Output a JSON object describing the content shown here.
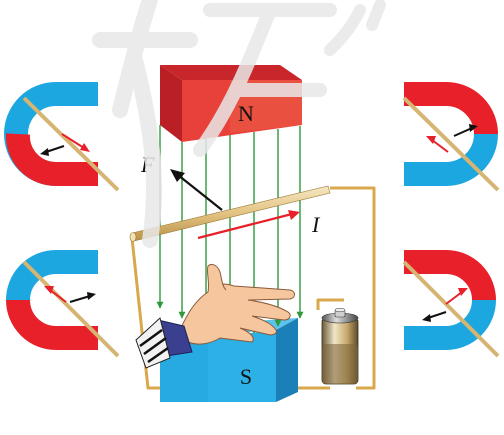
{
  "labels": {
    "north_pole": "N",
    "south_pole": "S",
    "force": "F",
    "current": "I"
  },
  "watermark": "大东济",
  "colors": {
    "magnet_red": "#e8202a",
    "magnet_blue": "#1da7e0",
    "block_n_front": "#e8413a",
    "block_n_top": "#c9262b",
    "block_s_front": "#27a9e1",
    "block_s_side": "#1b7fb8",
    "field_lines": "#2e9a3a",
    "wire": "#d9a84a",
    "rod": "#e6c98e",
    "force_arrow": "#111111",
    "current_arrow": "#e8202a"
  }
}
